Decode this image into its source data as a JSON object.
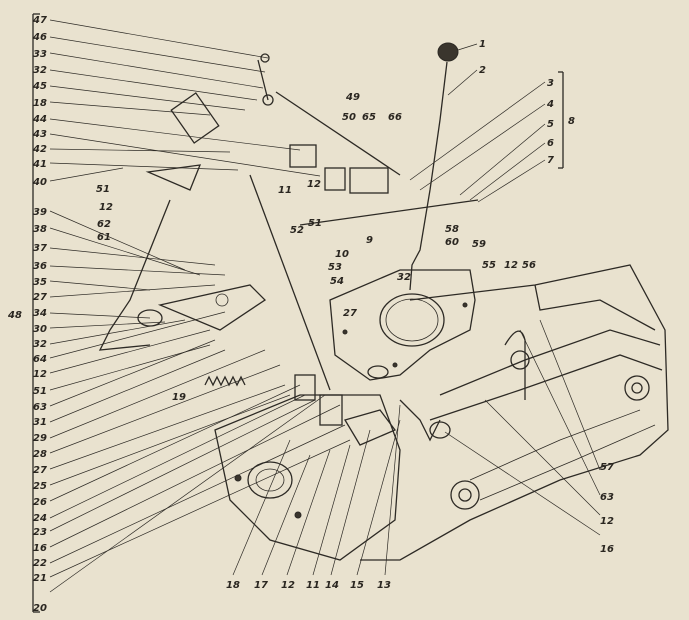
{
  "labels": {
    "l47": "47",
    "l46": "46",
    "l33": "33",
    "l32": "32",
    "l45": "45",
    "l18": "18",
    "l44": "44",
    "l43": "43",
    "l42": "42",
    "l41": "41",
    "l40": "40",
    "l39": "39",
    "l38": "38",
    "l37": "37",
    "l36": "36",
    "l35": "35",
    "l27": "27",
    "l34": "34",
    "l30": "30",
    "l48": "48",
    "l32b": "32",
    "l64": "64",
    "l12a": "12",
    "l51a": "51",
    "l63a": "63",
    "l31": "31",
    "l29": "29",
    "l28": "28",
    "l27b": "27",
    "l25": "25",
    "l26": "26",
    "l24": "24",
    "l23": "23",
    "l16a": "16",
    "l22": "22",
    "l21": "21",
    "l20": "20",
    "r1": "1",
    "r2": "2",
    "r3": "3",
    "r4": "4",
    "r5": "5",
    "r6": "6",
    "r7": "7",
    "r8": "8",
    "t49": "49",
    "t50": "50",
    "t65": "65",
    "t66": "66",
    "t11": "11",
    "t12a": "12",
    "t51": "51",
    "t62": "62",
    "t61": "61",
    "t12b": "12",
    "t51b": "51",
    "t52": "52",
    "t9": "9",
    "t10": "10",
    "t53": "53",
    "t58": "58",
    "t60": "60",
    "t59": "59",
    "t54": "54",
    "t32": "32",
    "t27": "27",
    "t55": "55",
    "t12c": "12",
    "t56": "56",
    "t19": "19",
    "t57": "57",
    "t63": "63",
    "t12d": "12",
    "t16": "16",
    "b18": "18",
    "b17": "17",
    "b12": "12",
    "b11": "11",
    "b14": "14",
    "b15": "15",
    "b13": "13"
  }
}
